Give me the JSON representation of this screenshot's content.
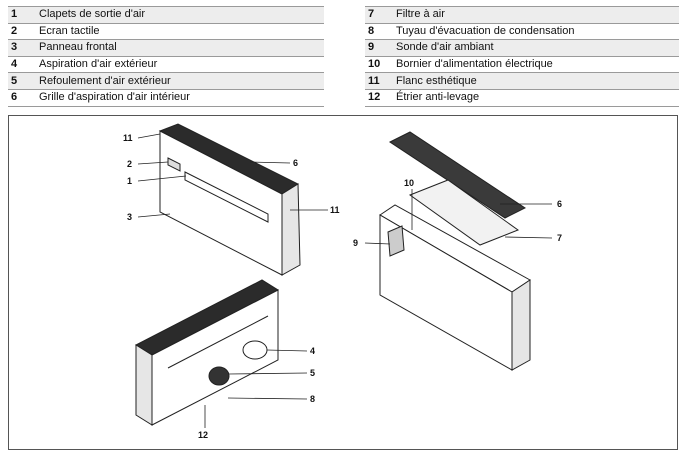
{
  "legend_left": [
    {
      "num": "1",
      "label": "Clapets de sortie d'air"
    },
    {
      "num": "2",
      "label": "Ecran tactile"
    },
    {
      "num": "3",
      "label": "Panneau frontal"
    },
    {
      "num": "4",
      "label": "Aspiration d'air extérieur"
    },
    {
      "num": "5",
      "label": "Refoulement d'air extérieur"
    },
    {
      "num": "6",
      "label": "Grille d'aspiration d'air intérieur"
    }
  ],
  "legend_right": [
    {
      "num": "7",
      "label": "Filtre à air"
    },
    {
      "num": "8",
      "label": "Tuyau d'évacuation de condensation"
    },
    {
      "num": "9",
      "label": "Sonde d'air ambiant"
    },
    {
      "num": "10",
      "label": "Bornier d'alimentation électrique"
    },
    {
      "num": "11",
      "label": "Flanc esthétique"
    },
    {
      "num": "12",
      "label": "Étrier anti-levage"
    }
  ],
  "callouts": {
    "front": [
      "11",
      "2",
      "1",
      "3",
      "6",
      "11"
    ],
    "back": [
      "4",
      "5",
      "8",
      "12"
    ],
    "open": [
      "10",
      "9",
      "6",
      "7"
    ]
  }
}
